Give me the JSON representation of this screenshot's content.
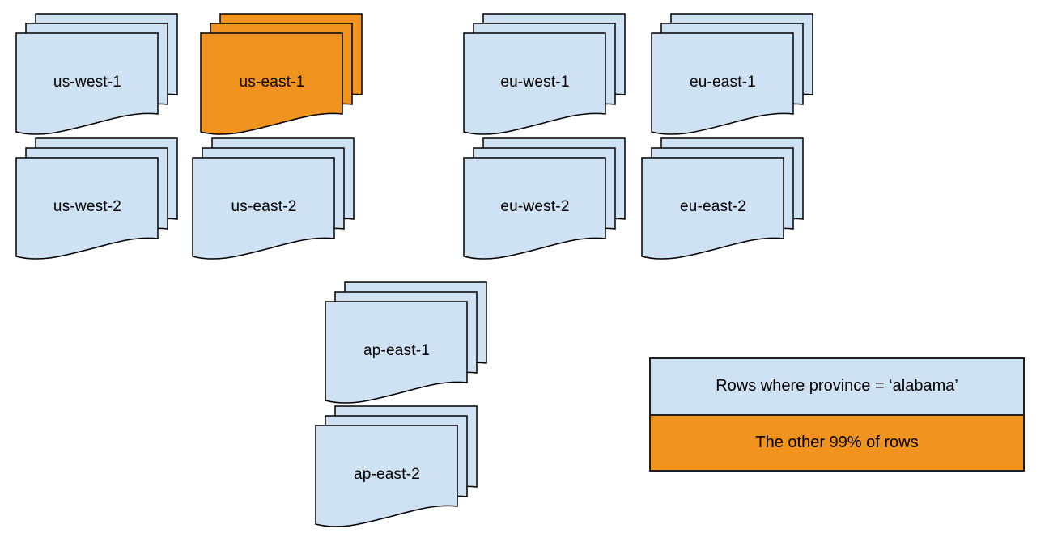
{
  "diagram": {
    "background": "#ffffff",
    "colors": {
      "region_fill": "#cfe2f3",
      "highlight_fill": "#f0941f",
      "stroke": "#000000",
      "legend_border": "#1f1f1f"
    },
    "stacks": [
      {
        "label": "us-west-1",
        "fill": "#cfe2f3"
      },
      {
        "label": "us-east-1",
        "fill": "#f0941f"
      },
      {
        "label": "eu-west-1",
        "fill": "#cfe2f3"
      },
      {
        "label": "eu-east-1",
        "fill": "#cfe2f3"
      },
      {
        "label": "us-west-2",
        "fill": "#cfe2f3"
      },
      {
        "label": "us-east-2",
        "fill": "#cfe2f3"
      },
      {
        "label": "eu-west-2",
        "fill": "#cfe2f3"
      },
      {
        "label": "eu-east-2",
        "fill": "#cfe2f3"
      },
      {
        "label": "ap-east-1",
        "fill": "#cfe2f3"
      },
      {
        "label": "ap-east-2",
        "fill": "#cfe2f3"
      }
    ],
    "legend": {
      "items": [
        {
          "label": "Rows where province = ‘alabama’",
          "color": "#cfe2f3"
        },
        {
          "label": "The other 99% of rows",
          "color": "#f0941f"
        }
      ]
    }
  }
}
